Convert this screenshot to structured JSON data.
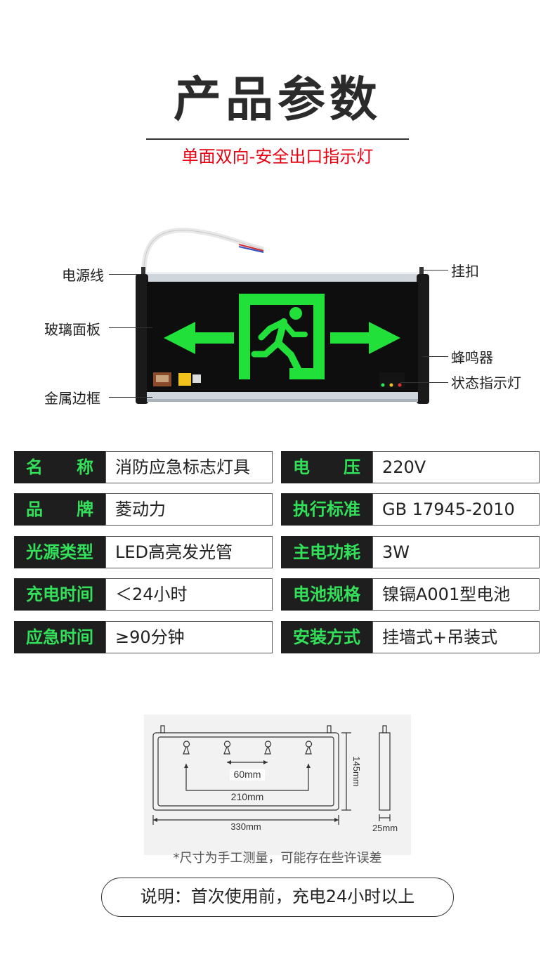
{
  "header": {
    "title": "产品参数",
    "subtitle": "单面双向-安全出口指示灯"
  },
  "callouts": {
    "power_cord": "电源线",
    "glass_panel": "玻璃面板",
    "metal_frame": "金属边框",
    "hook": "挂扣",
    "buzzer": "蜂鸣器",
    "status_light": "状态指示灯"
  },
  "specs": [
    {
      "label": "名　　称",
      "value": "消防应急标志灯具"
    },
    {
      "label": "电　　压",
      "value": "220V"
    },
    {
      "label": "品　　牌",
      "value": "菱动力"
    },
    {
      "label": "执行标准",
      "value": "GB 17945-2010"
    },
    {
      "label": "光源类型",
      "value": "LED高亮发光管"
    },
    {
      "label": "主电功耗",
      "value": "3W"
    },
    {
      "label": "充电时间",
      "value": "＜24小时"
    },
    {
      "label": "电池规格",
      "value": "镍镉A001型电池"
    },
    {
      "label": "应急时间",
      "value": "≥90分钟"
    },
    {
      "label": "安装方式",
      "value": "挂墙式+吊装式"
    }
  ],
  "dimensions": {
    "hole_spacing": "60mm",
    "outer_hole_spacing": "210mm",
    "width": "330mm",
    "height": "145mm",
    "depth": "25mm"
  },
  "note": "*尺寸为手工测量，可能存在些许误差",
  "footer": "说明：首次使用前，充电24小时以上",
  "colors": {
    "sign_green": "#22e03a",
    "accent_red": "#e60012",
    "label_bg": "#1e1e1e",
    "label_text": "#33e05a"
  }
}
